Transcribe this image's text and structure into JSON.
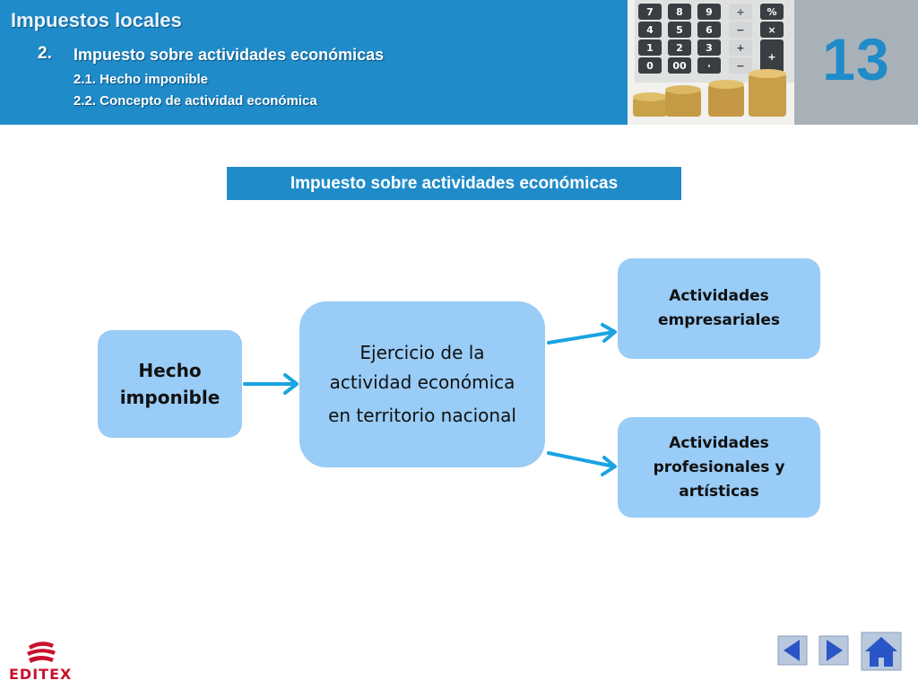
{
  "header": {
    "title": "Impuestos locales",
    "section_number": "2.",
    "section_title": "Impuesto sobre actividades económicas",
    "sub1": "2.1. Hecho imponible",
    "sub2": "2.2. Concepto de actividad económica"
  },
  "chapter_number": "13",
  "banner": "Impuesto sobre actividades económicas",
  "diagram": {
    "hecho": [
      "Hecho",
      "imponible"
    ],
    "ejercicio": [
      "Ejercicio de la",
      "actividad económica",
      "en territorio nacional"
    ],
    "empresariales": [
      "Actividades",
      "empresariales"
    ],
    "profesionales": [
      "Actividades",
      "profesionales y",
      "artísticas"
    ]
  },
  "logo_text": "EDITEX",
  "colors": {
    "header_blue": "#1f8bc9",
    "box_blue": "#99ccf6",
    "arrow_blue": "#1aa3e0",
    "chapter_gray": "#a9b1b8",
    "logo_red": "#c8102e"
  },
  "icons": [
    "calculator-coins-image",
    "arrow-left-icon",
    "arrow-right-icon",
    "home-icon"
  ]
}
